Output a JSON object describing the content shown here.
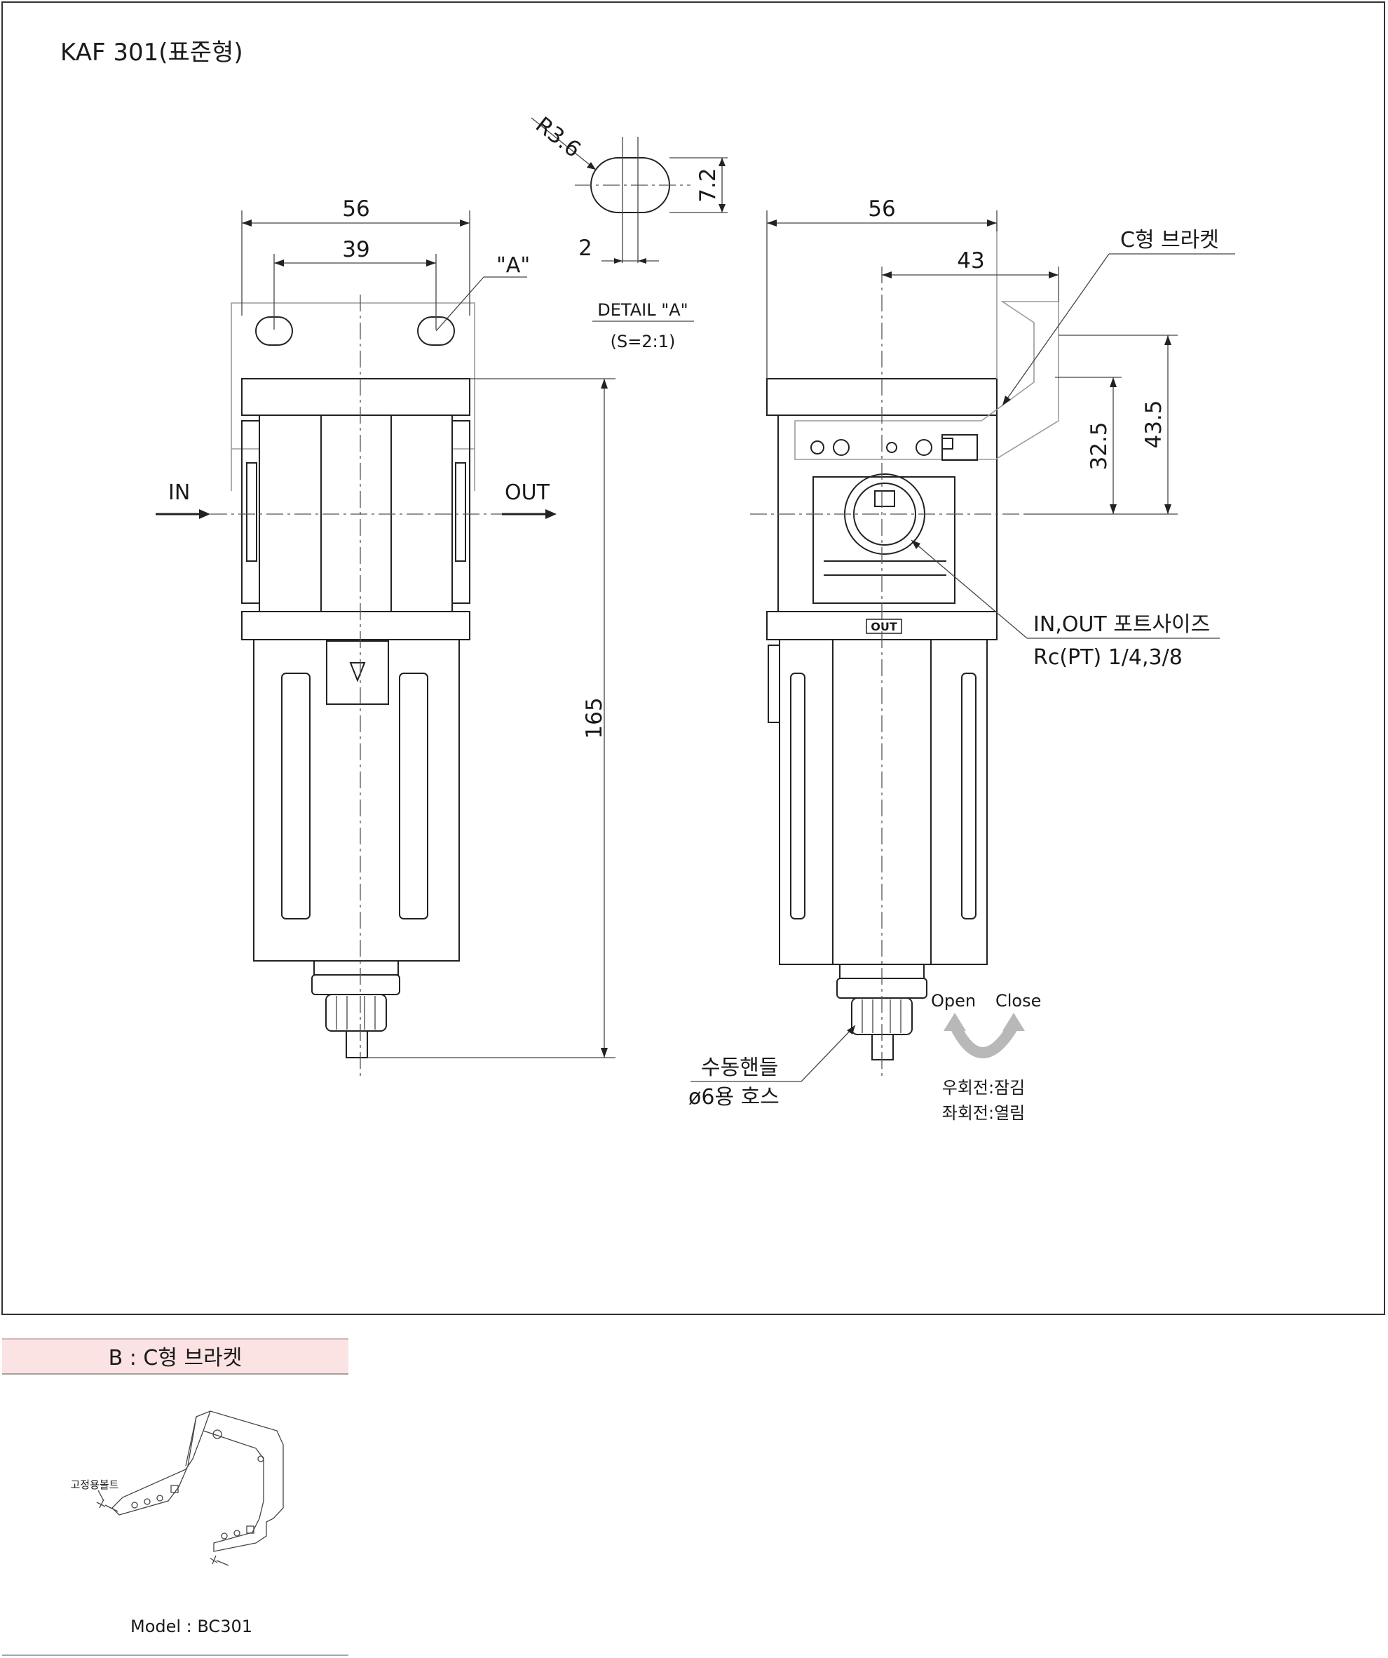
{
  "title": "KAF 301(표준형)",
  "front_view": {
    "dim_width_outer": "56",
    "dim_width_holes": "39",
    "detail_ref": "\"A\"",
    "in_label": "IN",
    "out_label": "OUT",
    "dim_height": "165"
  },
  "detail_a": {
    "radius": "R3.6",
    "height": "7.2",
    "gap": "2",
    "title": "DETAIL  \"A\"",
    "scale": "(S=2:1)"
  },
  "side_view": {
    "dim_width": "56",
    "dim_bracket": "43",
    "bracket_label": "C형 브라켓",
    "dim_32_5": "32.5",
    "dim_43_5": "43.5",
    "port_label_1": "IN,OUT 포트사이즈",
    "port_label_2": "Rc(PT)  1/4,3/8",
    "out_mark": "OUT",
    "handle_label_1": "수동핸들",
    "handle_label_2": "ø6용 호스",
    "open_label": "Open",
    "close_label": "Close",
    "rotation_note_1": "우회전:잠김",
    "rotation_note_2": "좌회전:열림"
  },
  "section_b": {
    "header": "B : C형 브라켓",
    "bolt_label": "고정용볼트",
    "model_label": "Model : BC301"
  },
  "colors": {
    "section_header_bg": "#fbe3e3",
    "line": "#222222",
    "arrow_gray": "#b8b8b8"
  }
}
